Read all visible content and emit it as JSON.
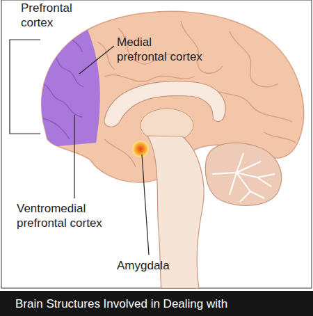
{
  "diagram": {
    "caption": "Brain Structures Involved in Dealing with",
    "labels": [
      "Prefrontal cortex",
      "Medial prefrontal cortex",
      "Ventromedial prefrontal cortex",
      "Amygdala"
    ]
  }
}
